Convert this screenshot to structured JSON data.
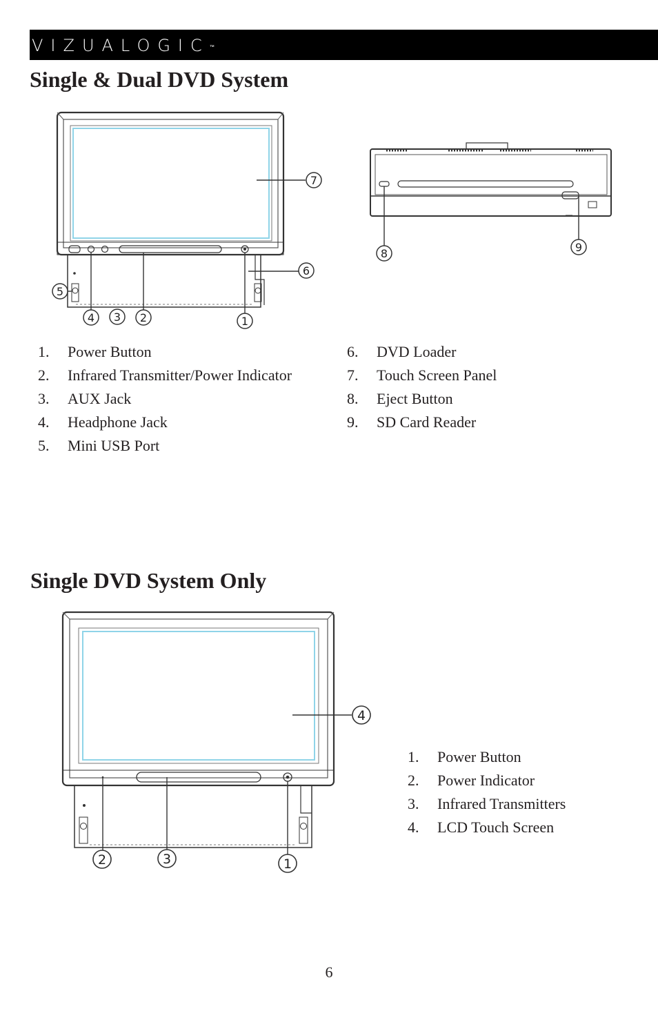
{
  "header": {
    "brand": "VIZUALOGIC",
    "trademark": "™"
  },
  "sections": {
    "dual": {
      "title": "Single & Dual DVD System",
      "items": [
        {
          "num": "1.",
          "label": "Power Button"
        },
        {
          "num": "2.",
          "label": "Infrared Transmitter/Power Indicator"
        },
        {
          "num": "3.",
          "label": "AUX Jack"
        },
        {
          "num": "4.",
          "label": "Headphone Jack"
        },
        {
          "num": "5.",
          "label": "Mini USB Port"
        },
        {
          "num": "6.",
          "label": "DVD Loader"
        },
        {
          "num": "7.",
          "label": "Touch Screen Panel"
        },
        {
          "num": "8.",
          "label": "Eject Button"
        },
        {
          "num": "9.",
          "label": "SD Card Reader"
        }
      ],
      "callouts": [
        "1",
        "2",
        "3",
        "4",
        "5",
        "6",
        "7",
        "8",
        "9"
      ]
    },
    "single": {
      "title": "Single DVD System Only",
      "items": [
        {
          "num": "1.",
          "label": "Power Button"
        },
        {
          "num": "2.",
          "label": "Power Indicator"
        },
        {
          "num": "3.",
          "label": "Infrared Transmitters"
        },
        {
          "num": "4.",
          "label": "LCD Touch Screen"
        }
      ],
      "callouts": [
        "1",
        "2",
        "3",
        "4"
      ]
    }
  },
  "footer": {
    "page_number": "6"
  }
}
